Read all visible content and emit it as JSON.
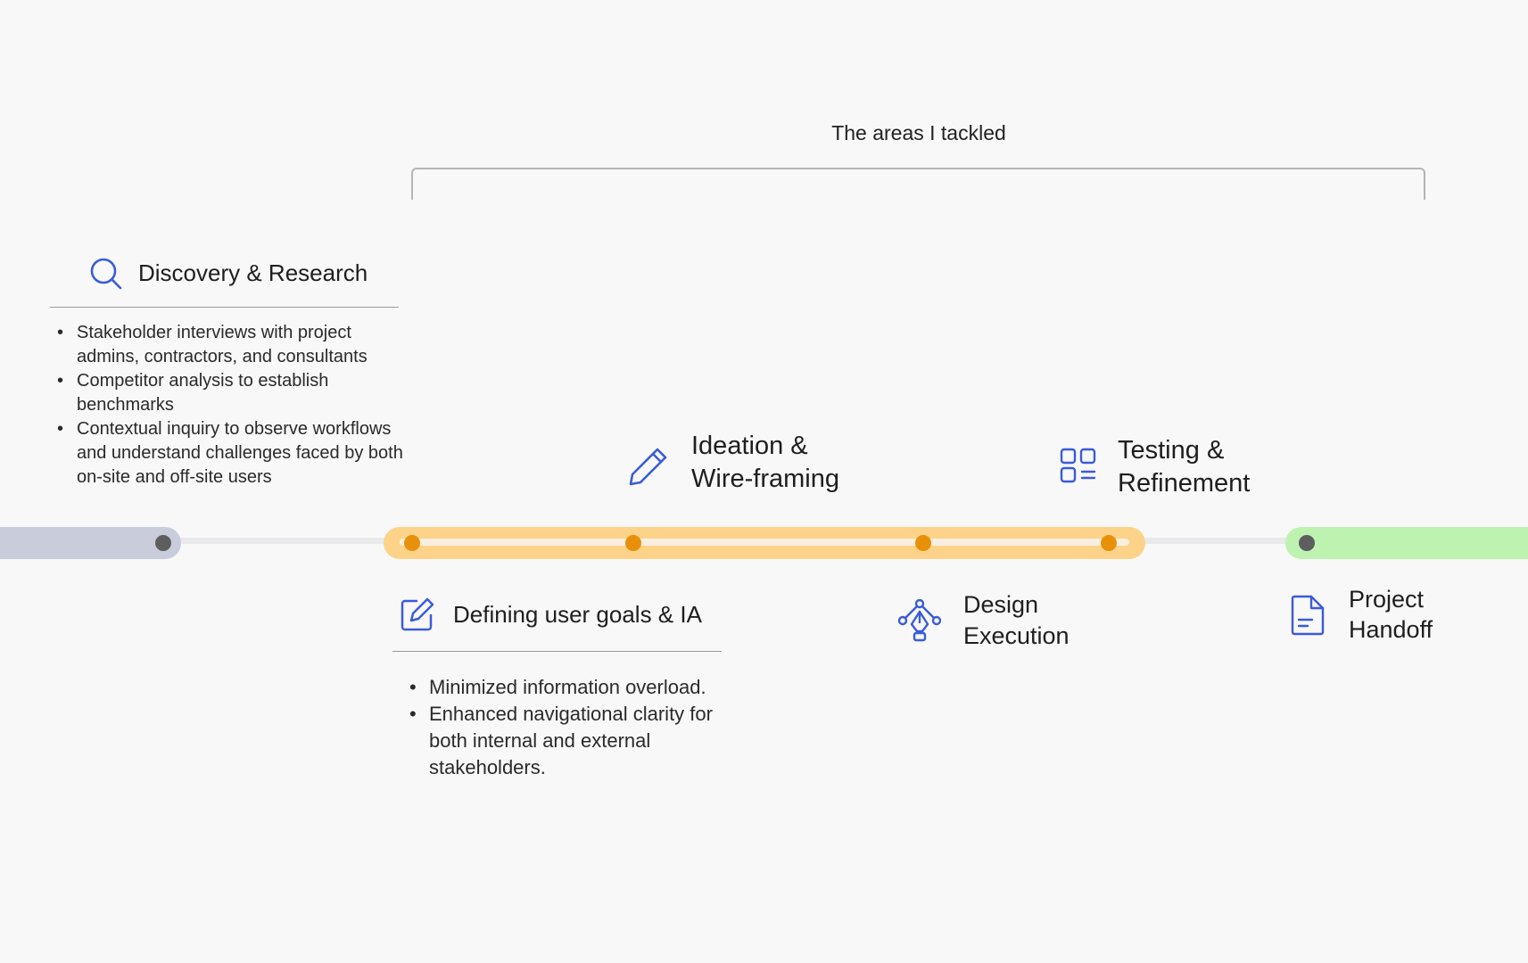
{
  "header": {
    "bracket_label": "The areas I tackled"
  },
  "timeline": {
    "colors": {
      "past": "#c8ccdb",
      "tackled": "#fdd38a",
      "future": "#bdf2b0",
      "dot_dark": "#5e5e5e",
      "dot_orange": "#e8900a"
    }
  },
  "stages": {
    "discovery": {
      "icon": "search-icon",
      "title": "Discovery & Research",
      "bullets": [
        "Stakeholder interviews with project admins, contractors, and consultants",
        "Competitor analysis to establish benchmarks",
        "Contextual inquiry to observe workflows and understand challenges faced by both on-site and off-site users"
      ]
    },
    "goals": {
      "icon": "edit-square-icon",
      "title": "Defining user goals & IA",
      "bullets": [
        "Minimized information overload.",
        "Enhanced navigational clarity for both internal and external stakeholders."
      ]
    },
    "ideation": {
      "icon": "pencil-icon",
      "title_line1": "Ideation &",
      "title_line2": "Wire-framing"
    },
    "design": {
      "icon": "pen-tool-icon",
      "title_line1": "Design",
      "title_line2": "Execution"
    },
    "testing": {
      "icon": "grid-list-icon",
      "title_line1": "Testing &",
      "title_line2": "Refinement"
    },
    "handoff": {
      "icon": "document-icon",
      "title_line1": "Project",
      "title_line2": "Handoff"
    }
  }
}
